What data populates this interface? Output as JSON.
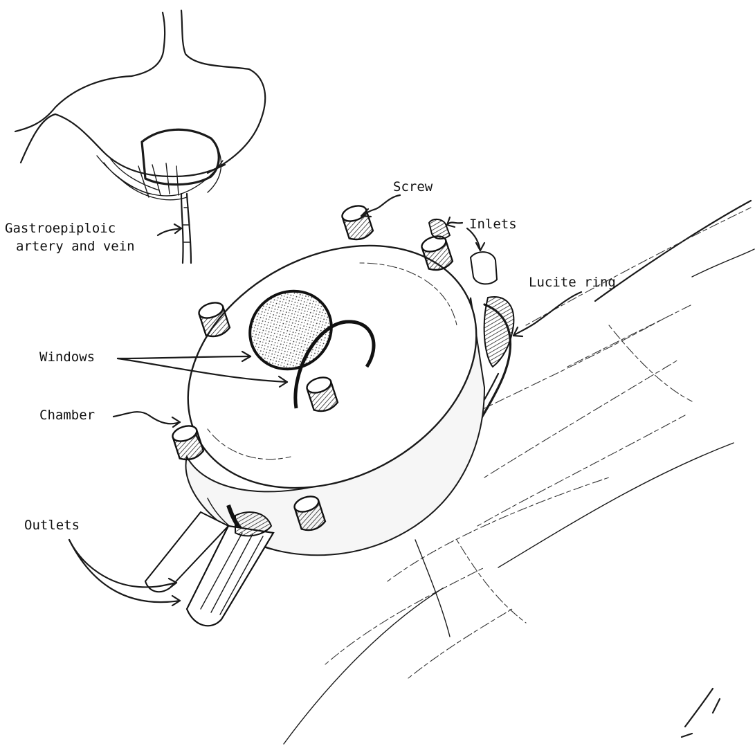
{
  "labels": {
    "screw": "Screw",
    "inlets": "Inlets",
    "lucite_ring": "Lucite ring",
    "windows": "Windows",
    "chamber": "Chamber",
    "outlets": "Outlets",
    "vessels_line1": "Gastroepiploic",
    "vessels_line2": "artery and vein"
  },
  "colors": {
    "ink": "#1a1a1a",
    "background": "#ffffff"
  }
}
